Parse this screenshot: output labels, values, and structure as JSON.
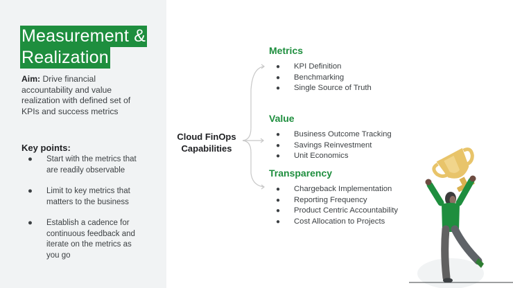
{
  "title": {
    "line1": "Measurement &",
    "line2": "Realization"
  },
  "aim": {
    "label": "Aim:",
    "text": " Drive financial accountability and value realization with defined set of KPIs and success metrics"
  },
  "key_points": {
    "heading": "Key points:",
    "items": [
      "Start with the metrics that are readily observable",
      "Limit to key metrics that matters to the business",
      "Establish a cadence for continuous feedback and iterate on the metrics as you go"
    ]
  },
  "capabilities": {
    "line1": "Cloud FinOps",
    "line2": "Capabilities"
  },
  "sections": [
    {
      "heading": "Metrics",
      "items": [
        "KPI Definition",
        "Benchmarking",
        "Single Source of Truth"
      ]
    },
    {
      "heading": "Value",
      "items": [
        "Business Outcome Tracking",
        "Savings Reinvestment",
        "Unit Economics"
      ]
    },
    {
      "heading": "Transparency",
      "items": [
        "Chargeback Implementation",
        "Reporting Frequency",
        "Product Centric Accountability",
        "Cost Allocation to Projects"
      ]
    }
  ],
  "bullet_char": "●",
  "colors": {
    "accent": "#1e8e3e",
    "panel": "#f1f3f4",
    "text": "#3c4043",
    "trophy": "#e8c46a"
  },
  "icons": {
    "illustration": "person-holding-trophy-icon"
  }
}
